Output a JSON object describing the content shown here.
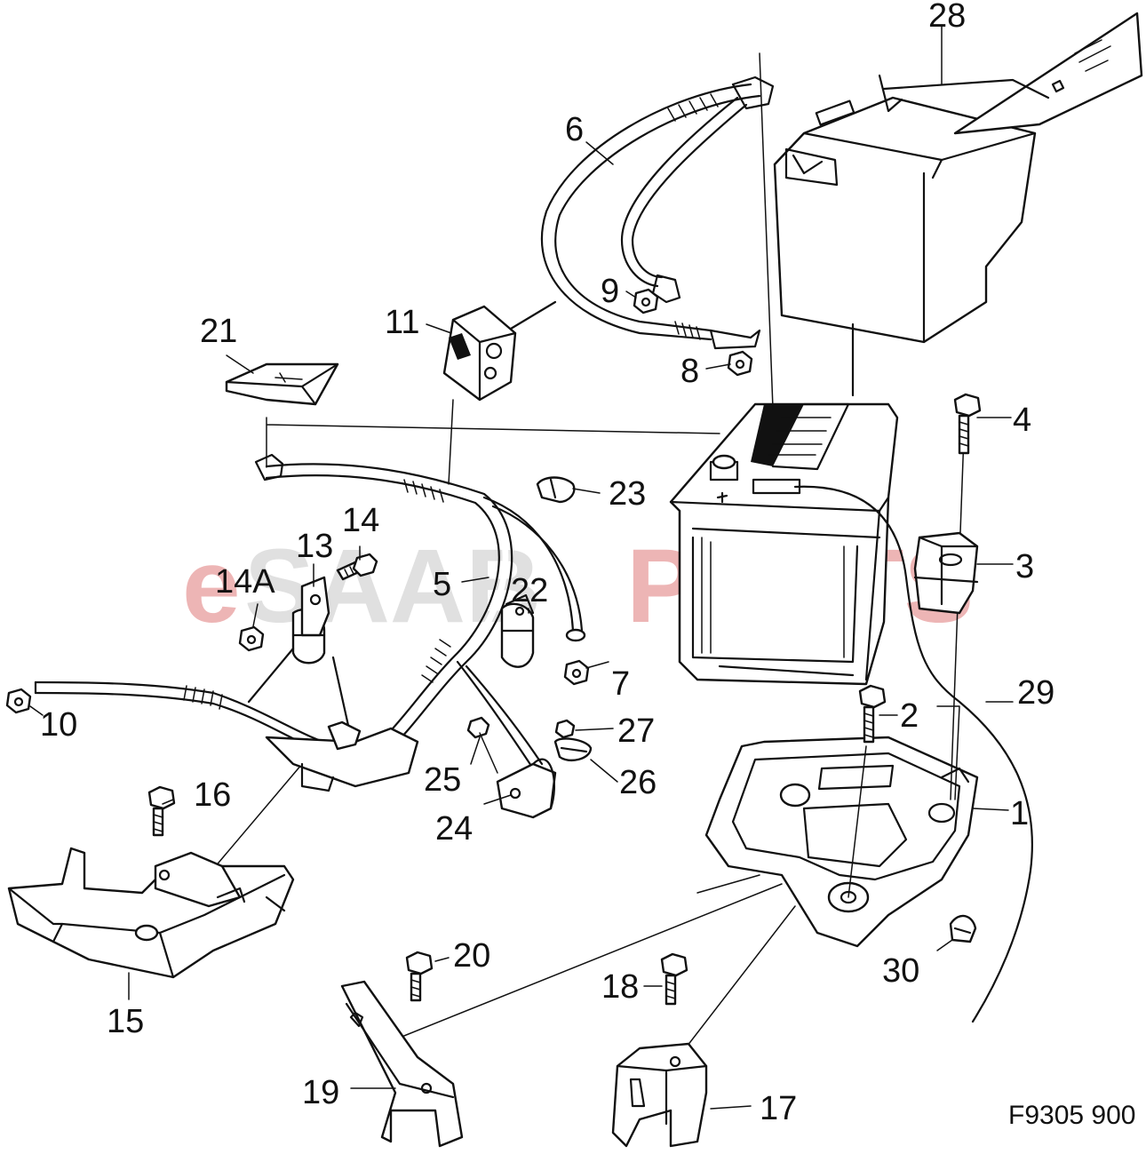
{
  "diagram": {
    "drawing_number": "F9305 900",
    "watermark": {
      "prefix": "e",
      "brand": "SAAB",
      "suffix": "PARTS",
      "colors": {
        "prefix": "#e07a7a",
        "brand": "#c8c8c8",
        "suffix": "#e07a7a"
      }
    },
    "callouts": [
      {
        "id": "c1",
        "label": "1"
      },
      {
        "id": "c2",
        "label": "2"
      },
      {
        "id": "c3",
        "label": "3"
      },
      {
        "id": "c4",
        "label": "4"
      },
      {
        "id": "c5",
        "label": "5"
      },
      {
        "id": "c6",
        "label": "6"
      },
      {
        "id": "c7",
        "label": "7"
      },
      {
        "id": "c8",
        "label": "8"
      },
      {
        "id": "c9",
        "label": "9"
      },
      {
        "id": "c10",
        "label": "10"
      },
      {
        "id": "c11",
        "label": "11"
      },
      {
        "id": "c13",
        "label": "13"
      },
      {
        "id": "c14",
        "label": "14"
      },
      {
        "id": "c14a",
        "label": "14A"
      },
      {
        "id": "c15",
        "label": "15"
      },
      {
        "id": "c16",
        "label": "16"
      },
      {
        "id": "c17",
        "label": "17"
      },
      {
        "id": "c18",
        "label": "18"
      },
      {
        "id": "c19",
        "label": "19"
      },
      {
        "id": "c20",
        "label": "20"
      },
      {
        "id": "c21",
        "label": "21"
      },
      {
        "id": "c22",
        "label": "22"
      },
      {
        "id": "c23",
        "label": "23"
      },
      {
        "id": "c24",
        "label": "24"
      },
      {
        "id": "c25",
        "label": "25"
      },
      {
        "id": "c26",
        "label": "26"
      },
      {
        "id": "c27",
        "label": "27"
      },
      {
        "id": "c28",
        "label": "28"
      },
      {
        "id": "c29",
        "label": "29"
      },
      {
        "id": "c30",
        "label": "30"
      }
    ]
  }
}
